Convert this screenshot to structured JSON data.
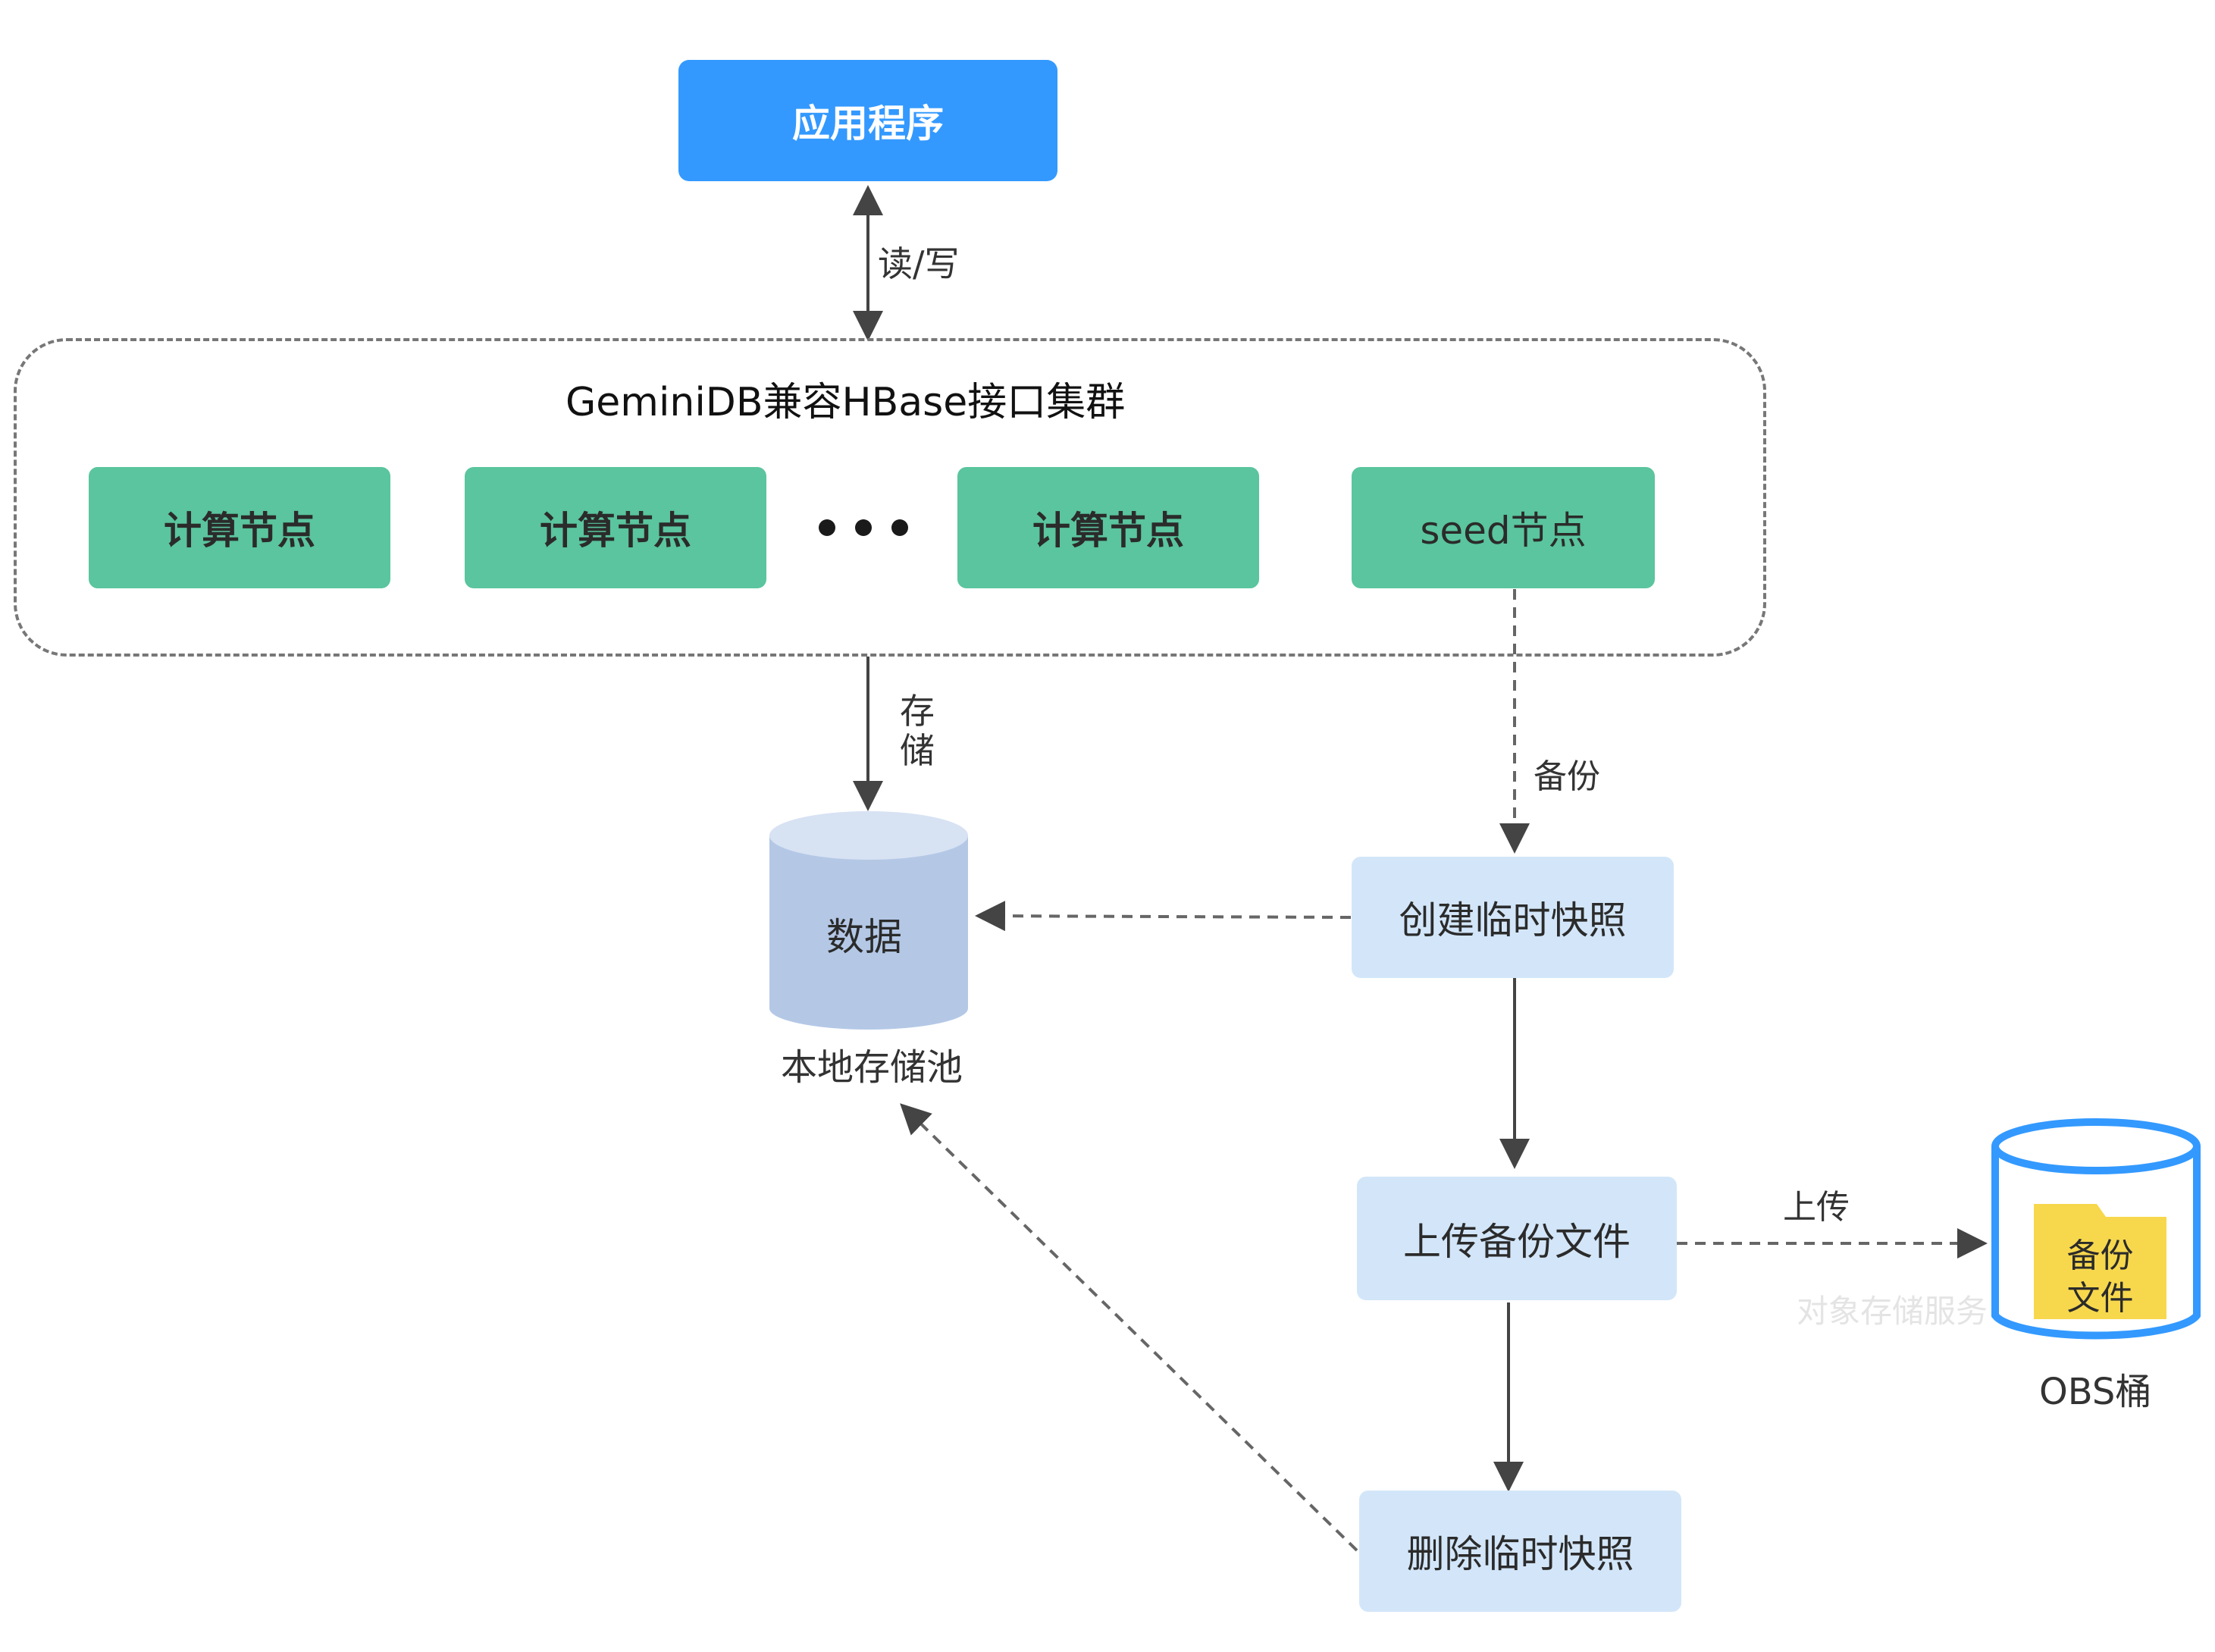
{
  "app": {
    "label": "应用程序"
  },
  "edges": {
    "read_write": "读/写",
    "store": "存储",
    "backup": "备份",
    "upload": "上传"
  },
  "cluster": {
    "title": "GeminiDB兼容HBase接口集群",
    "nodes": [
      {
        "label": "计算节点"
      },
      {
        "label": "计算节点"
      },
      {
        "label": "计算节点"
      },
      {
        "label": "seed节点"
      }
    ]
  },
  "storage": {
    "data_label": "数据",
    "pool_label": "本地存储池"
  },
  "steps": {
    "create_snapshot": "创建临时快照",
    "upload_backup": "上传备份文件",
    "delete_snapshot": "删除临时快照"
  },
  "obs": {
    "file_label_line1": "备份",
    "file_label_line2": "文件",
    "bucket_label": "OBS桶",
    "watermark": "对象存储服务"
  },
  "colors": {
    "app": "#3399ff",
    "node": "#5ac59e",
    "step": "#d3e6f9",
    "data_cylinder": "#b4c8e6",
    "obs_border": "#3399ff",
    "file": "#f7d84d"
  }
}
